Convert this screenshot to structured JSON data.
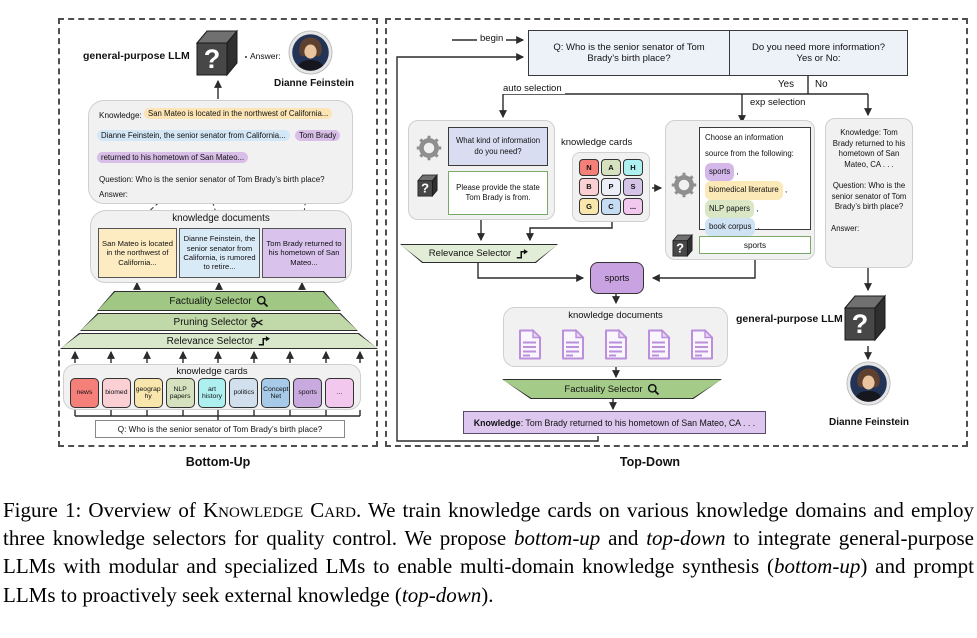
{
  "bottom_up": {
    "panel_label": "Bottom-Up",
    "llm_label": "general-purpose LLM",
    "answer_label": "Answer:",
    "person_name": "Dianne Feinstein",
    "prompt": {
      "knowledge_label": "Knowledge:",
      "knowledge_highlight": {
        "text": "San Mateo is located in the northwest of California...",
        "color": "#fce4b5"
      },
      "line2_blue": {
        "text": "Dianne Feinstein, the senior senator from California...",
        "color": "#d4e7f6"
      },
      "line2_purple": {
        "text": "Tom Brady",
        "color": "#d9bfe8"
      },
      "line3_purple": {
        "text": "returned to his hometown of San Mateo...",
        "color": "#d9bfe8"
      },
      "question": "Question: Who is the senior senator of Tom Brady’s birth place?",
      "answer": "Answer:"
    },
    "knowledge_documents": {
      "title": "knowledge documents",
      "docs": [
        {
          "text": "San Mateo is located in the northwest of California...",
          "color": "#fdecc2"
        },
        {
          "text": "Dianne Feinstein, the senior senator from California, is rumored to retire...",
          "color": "#d9eaf7"
        },
        {
          "text": "Tom Brady returned to his hometown of San Mateo...",
          "color": "#d9c3ec"
        }
      ]
    },
    "selectors": [
      {
        "label": "Factuality Selector",
        "icon": "magnifier-icon",
        "color": "#a0c884"
      },
      {
        "label": "Pruning Selector",
        "icon": "scissors-icon",
        "color": "#c1d9a8"
      },
      {
        "label": "Relevance Selector",
        "icon": "route-arrow-icon",
        "color": "#d9e8cb"
      }
    ],
    "knowledge_cards": {
      "title": "knowledge cards",
      "cards": [
        {
          "label": "news",
          "color": "#f57f79"
        },
        {
          "label": "biomed",
          "color": "#fbd0d5"
        },
        {
          "label": "geography",
          "color": "#f9e6ad"
        },
        {
          "label": "NLP papers",
          "color": "#d6e2bf"
        },
        {
          "label": "art history",
          "color": "#aeeff0"
        },
        {
          "label": "politics",
          "color": "#d2e0ee"
        },
        {
          "label": "ConceptNet",
          "color": "#a6cae7"
        },
        {
          "label": "sports",
          "color": "#c9aade"
        },
        {
          "label": "...",
          "color": "#f2c8ef"
        }
      ]
    },
    "question_box": "Q: Who is the senior senator of Tom Brady’s birth place?"
  },
  "top_down": {
    "panel_label": "Top-Down",
    "begin_label": "begin",
    "question_box": "Q: Who is the senior senator of Tom Brady’s birth place?",
    "info_box": "Do you need more information? Yes or No:",
    "yes_label": "Yes",
    "no_label": "No",
    "auto_selection_label": "auto selection",
    "exp_selection_label": "exp selection",
    "auto_box": {
      "question": {
        "text": "What kind of information do you need?",
        "color": "#d9ddf2"
      },
      "answer": "Please provide the state Tom Brady is from."
    },
    "knowledge_cards_grid": {
      "title": "knowledge cards",
      "cells": [
        {
          "label": "N",
          "color": "#f57f79"
        },
        {
          "label": "A",
          "color": "#d6e2bf"
        },
        {
          "label": "H",
          "color": "#aeeff0"
        },
        {
          "label": "B",
          "color": "#fbd0d5"
        },
        {
          "label": "P",
          "color": "#eceef8"
        },
        {
          "label": "S",
          "color": "#d5c3e8"
        },
        {
          "label": "G",
          "color": "#f9e6ad"
        },
        {
          "label": "C",
          "color": "#c6dcf2"
        },
        {
          "label": "...",
          "color": "#f2c8ef"
        }
      ]
    },
    "exp_box": {
      "prompt_prefix": "Choose an information source from the following: ",
      "options": [
        {
          "label": "sports",
          "color": "#d5b8ea"
        },
        {
          "label": "biomedical literature",
          "color": "#fce9b8"
        },
        {
          "label": "NLP papers",
          "color": "#d9e7c6"
        },
        {
          "label": "book corpus",
          "color": "#cfe2f4"
        }
      ],
      "separator": ",",
      "terminator": ".",
      "answer": "sports"
    },
    "no_box": {
      "knowledge": "Knowledge: Tom Brady returned to his hometown of San Mateo, CA . . .",
      "question": "Question: Who is the senior senator of Tom Brady’s birth place?",
      "answer": "Answer:"
    },
    "relevance_selector": {
      "label": "Relevance Selector",
      "color": "#e1edd6"
    },
    "factuality_selector": {
      "label": "Factuality Selector",
      "color": "#a5cb89"
    },
    "sports_node": {
      "label": "sports",
      "color": "#c9a2e2"
    },
    "knowledge_documents_title": "knowledge documents",
    "knowledge_bar": {
      "bold": "Knowledge",
      "rest": ": Tom Brady returned to his hometown of San Mateo, CA . . .",
      "color": "#ddc7ef"
    },
    "llm_label": "general-purpose LLM",
    "person_name": "Dianne Feinstein"
  },
  "caption": {
    "s1": "Figure 1: Overview of ",
    "s2": "Knowledge Card",
    "s3": ". We train knowledge cards on various knowledge domains and employ three knowledge selectors for quality control. We propose ",
    "s4": "bottom-up",
    "s5": " and ",
    "s6": "top-down",
    "s7": " to integrate general-purpose LLMs with modular and specialized LMs to enable multi-domain knowledge synthesis (",
    "s8": "bottom-up",
    "s9": ") and prompt LLMs to proactively seek external knowledge (",
    "s10": "top-down",
    "s11": ")."
  }
}
